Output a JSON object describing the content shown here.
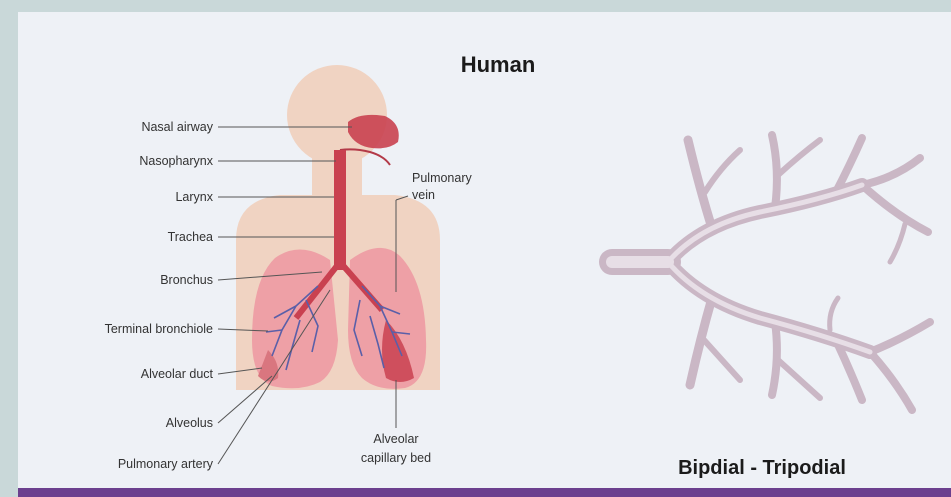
{
  "diagram": {
    "title": "Human",
    "caption": "Bipdial - Tripodial",
    "left_labels": [
      "Nasal airway",
      "Nasopharynx",
      "Larynx",
      "Trachea",
      "Bronchus",
      "Terminal bronchiole",
      "Alveolar duct",
      "Alveolus",
      "Pulmonary artery"
    ],
    "right_labels": {
      "pulmonary_vein_line1": "Pulmonary",
      "pulmonary_vein_line2": "vein",
      "capillary_line1": "Alveolar",
      "capillary_line2": "capillary bed"
    }
  },
  "colors": {
    "frame": "#c9d8d9",
    "panel": "#eef1f6",
    "accent_bar": "#6b3f8e",
    "body_silhouette": "#f0d3c2",
    "lung": "#eea0a6",
    "airway": "#c94150",
    "branch": "#cab7c5"
  }
}
